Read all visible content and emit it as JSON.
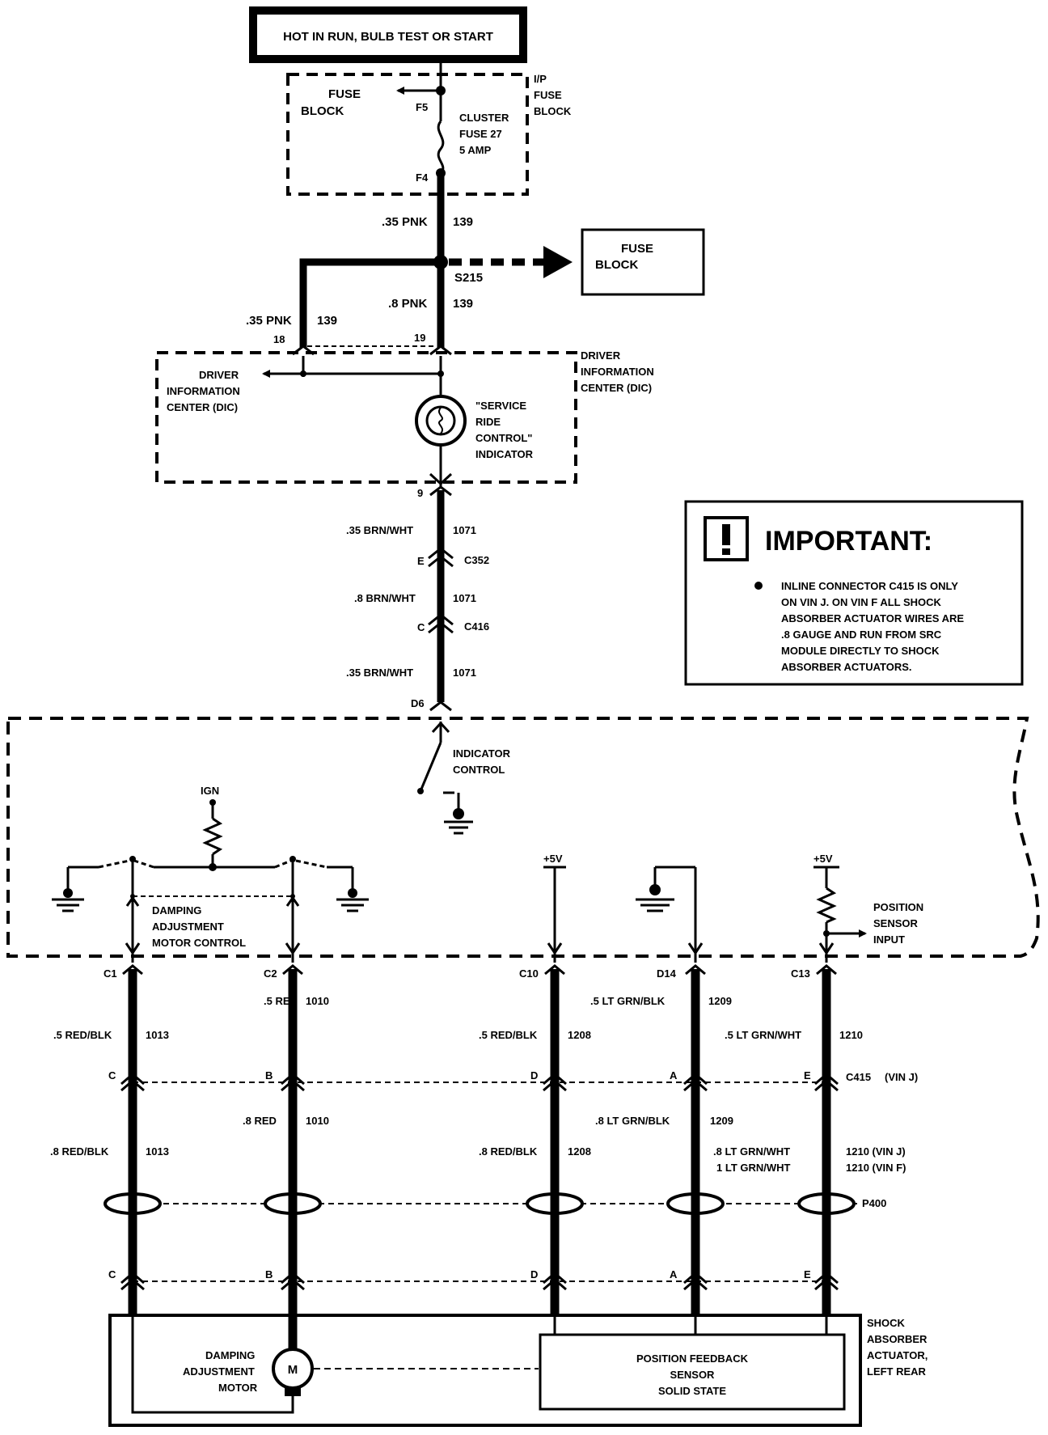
{
  "header": {
    "power_label": "HOT IN RUN, BULB TEST OR START"
  },
  "fuse_block_top": {
    "label_l1": "FUSE",
    "label_l2": "BLOCK",
    "ip_l1": "I/P",
    "ip_l2": "FUSE",
    "ip_l3": "BLOCK",
    "term_f5": "F5",
    "term_f4": "F4",
    "fuse_l1": "CLUSTER",
    "fuse_l2": "FUSE 27",
    "fuse_l3": "5 AMP"
  },
  "wires_top": {
    "w1_gauge": ".35 PNK",
    "w1_circuit": "139",
    "splice": "S215",
    "w2_gauge": ".8 PNK",
    "w2_circuit": "139",
    "w3_gauge": ".35 PNK",
    "w3_circuit": "139",
    "pin18": "18",
    "pin19": "19"
  },
  "fuse_block_right": {
    "l1": "FUSE",
    "l2": "BLOCK"
  },
  "dic": {
    "left_l1": "DRIVER",
    "left_l2": "INFORMATION",
    "left_l3": "CENTER  (DIC)",
    "right_l1": "DRIVER",
    "right_l2": "INFORMATION",
    "right_l3": "CENTER (DIC)",
    "ind_l1": "\"SERVICE",
    "ind_l2": "RIDE",
    "ind_l3": "CONTROL\"",
    "ind_l4": "INDICATOR",
    "pin9": "9"
  },
  "wires_mid": {
    "a_gauge": ".35 BRN/WHT",
    "a_circuit": "1071",
    "pinE": "E",
    "c352": "C352",
    "b_gauge": ".8 BRN/WHT",
    "b_circuit": "1071",
    "pinC": "C",
    "c416": "C416",
    "c_gauge": ".35 BRN/WHT",
    "c_circuit": "1071",
    "pinD6": "D6"
  },
  "important": {
    "title": "IMPORTANT:",
    "lines": [
      "INLINE CONNECTOR C415 IS ONLY",
      "ON VIN J. ON VIN F ALL SHOCK",
      "ABSORBER ACTUATOR WIRES ARE",
      ".8 GAUGE AND RUN FROM SRC",
      "MODULE DIRECTLY TO SHOCK",
      "ABSORBER ACTUATORS."
    ]
  },
  "module": {
    "indicator_l1": "INDICATOR",
    "indicator_l2": "CONTROL",
    "ign": "IGN",
    "damp_l1": "DAMPING",
    "damp_l2": "ADJUSTMENT",
    "damp_l3": "MOTOR CONTROL",
    "v5a": "+5V",
    "v5b": "+5V",
    "pos_l1": "POSITION",
    "pos_l2": "SENSOR",
    "pos_l3": "INPUT"
  },
  "pins": {
    "c1": "C1",
    "c2": "C2",
    "c10": "C10",
    "d14": "D14",
    "c13": "C13"
  },
  "wires_low": {
    "c1_g1": ".5 RED/BLK",
    "c1_n1": "1013",
    "c2_g1": ".5 RED",
    "c2_n1": "1010",
    "c10_g1": ".5 RED/BLK",
    "c10_n1": "1208",
    "d14_g1": ".5 LT GRN/BLK",
    "d14_n1": "1209",
    "c13_g1": ".5 LT GRN/WHT",
    "c13_n1": "1210",
    "pC": "C",
    "pB": "B",
    "pD": "D",
    "pA": "A",
    "pE": "E",
    "c415": "C415",
    "c415_vin": "(VIN  J)",
    "c2_g2": ".8 RED",
    "c2_n2": "1010",
    "d14_g2": ".8 LT GRN/BLK",
    "d14_n2": "1209",
    "c1_g2": ".8 RED/BLK",
    "c1_n2": "1013",
    "c10_g2": ".8 RED/BLK",
    "c10_n2": "1208",
    "c13_g2a": ".8  LT  GRN/WHT",
    "c13_n2a": "1210  (VIN  J)",
    "c13_g2b": "1  LT  GRN/WHT",
    "c13_n2b": "1210  (VIN  F)",
    "p400": "P400"
  },
  "actuator": {
    "t1": "SHOCK",
    "t2": "ABSORBER",
    "t3": "ACTUATOR,",
    "t4": "LEFT REAR",
    "motor_l1": "DAMPING",
    "motor_l2": "ADJUSTMENT",
    "motor_l3": "MOTOR",
    "motor_symbol": "M",
    "sensor_l1": "POSITION FEEDBACK",
    "sensor_l2": "SENSOR",
    "sensor_l3": "SOLID STATE"
  }
}
